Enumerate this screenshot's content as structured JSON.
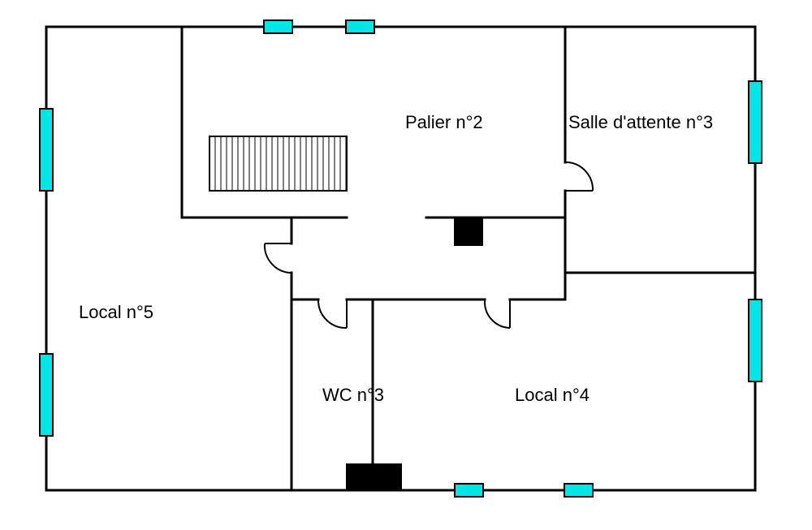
{
  "colors": {
    "wall": "#000000",
    "window": "#00e5e5",
    "background": "#ffffff",
    "block": "#000000"
  },
  "rooms": {
    "palier": "Palier n°2",
    "salle_attente": "Salle d'attente n°3",
    "local5": "Local n°5",
    "wc": "WC n°3",
    "local4": "Local n°4"
  }
}
